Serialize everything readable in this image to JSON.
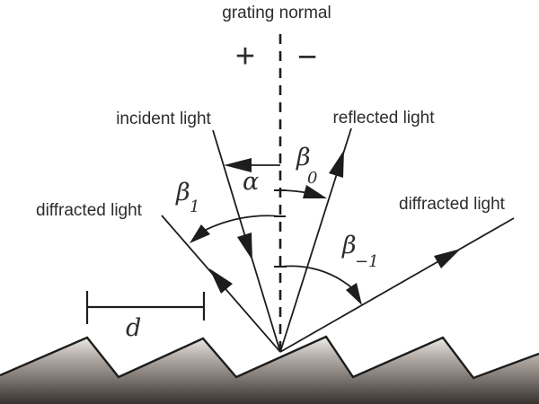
{
  "figure": {
    "title": "grating normal",
    "signs": {
      "plus": "+",
      "minus": "−"
    },
    "rays": {
      "incident": "incident light",
      "reflected": "reflected light",
      "diffracted_left": "diffracted light",
      "diffracted_right": "diffracted light"
    },
    "angles": {
      "alpha": {
        "symbol": "α"
      },
      "beta0": {
        "symbol": "β",
        "subscript": "0"
      },
      "beta1": {
        "symbol": "β",
        "subscript": "1"
      },
      "beta_minus1": {
        "symbol": "β",
        "subscript": "−1"
      }
    },
    "groove_spacing": {
      "symbol": "d"
    },
    "colors": {
      "line": "#1d1d1d",
      "text": "#2c2c2c",
      "grating_gradient_top": "#efece9",
      "grating_gradient_bottom": "#322d2a"
    }
  }
}
